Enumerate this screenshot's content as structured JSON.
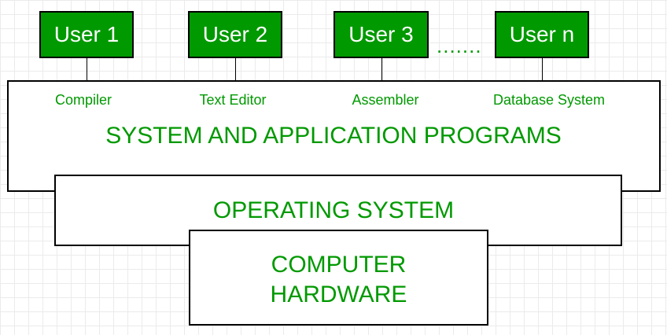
{
  "users": [
    {
      "label": "User 1"
    },
    {
      "label": "User 2"
    },
    {
      "label": "User 3"
    },
    {
      "label": "User n"
    }
  ],
  "ellipsis": ".......",
  "programs": [
    {
      "label": "Compiler"
    },
    {
      "label": "Text Editor"
    },
    {
      "label": "Assembler"
    },
    {
      "label": "Database System"
    }
  ],
  "layers": {
    "applications": "SYSTEM AND APPLICATION PROGRAMS",
    "operating_system": "OPERATING SYSTEM",
    "hardware_line1": "COMPUTER",
    "hardware_line2": "HARDWARE"
  },
  "colors": {
    "user_fill": "#009900",
    "label_green": "#009900",
    "border": "#000000",
    "background": "#ffffff"
  }
}
